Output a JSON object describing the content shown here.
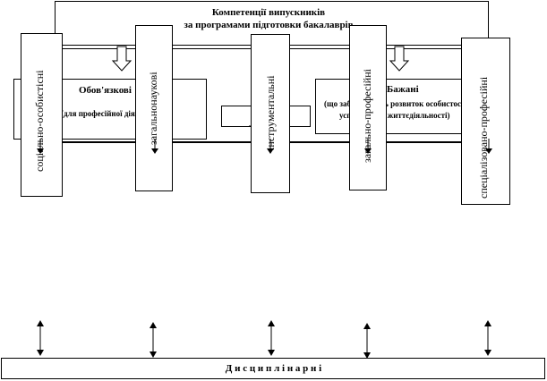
{
  "header": {
    "line1": "Компетенції випускників",
    "line2": "за програмами підготовки бакалаврів"
  },
  "obligatory": {
    "title": "Обов'язкові",
    "subtitle": "(для професійної діяльності)"
  },
  "desirable": {
    "title": "Бажані",
    "line1": "(що забезпечують розвиток особистості",
    "line2": "успішність в життєдіяльності)"
  },
  "columns": [
    {
      "label": "соціально-особистісні"
    },
    {
      "label": "загальнонаукові"
    },
    {
      "label": "інструментальні"
    },
    {
      "label": "загально-професійні"
    },
    {
      "label": "спеціалізовано-професійні"
    }
  ],
  "footer": {
    "label": "Д и с ц и п л і н а р н і"
  }
}
